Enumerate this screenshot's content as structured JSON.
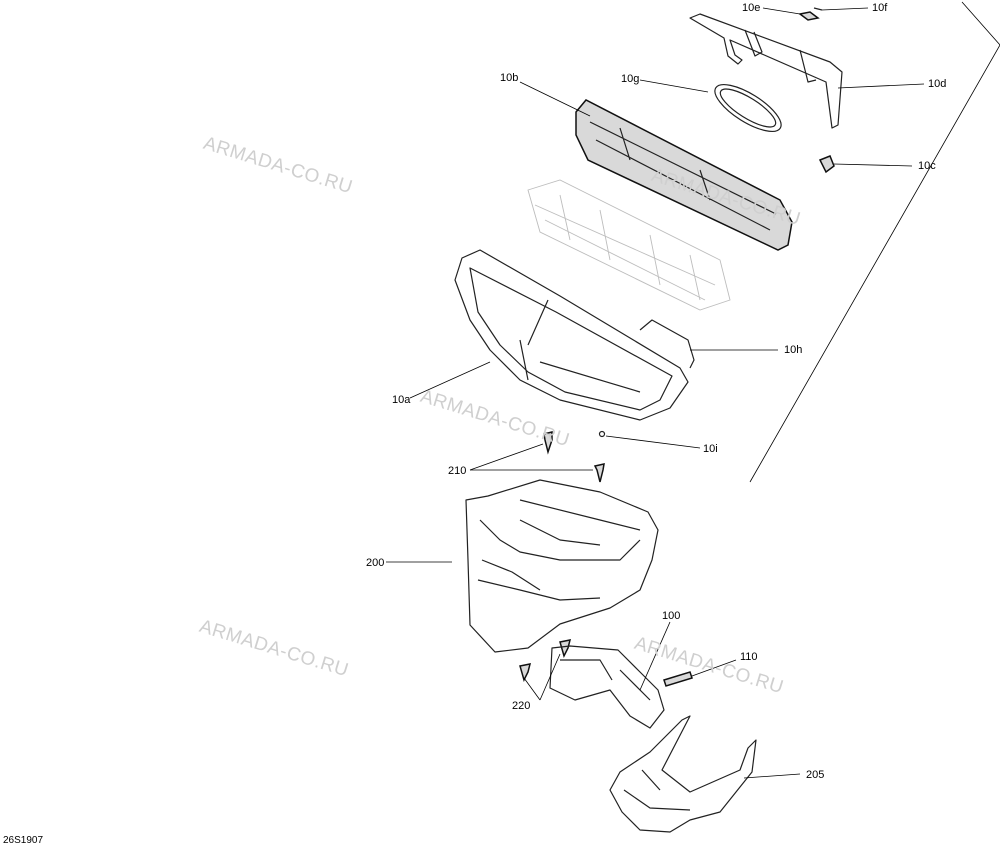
{
  "callouts": {
    "c10e": "10e",
    "c10f": "10f",
    "c10b": "10b",
    "c10g": "10g",
    "c10d": "10d",
    "c10c": "10c",
    "c10h": "10h",
    "c10a": "10a",
    "c10i": "10i",
    "c210": "210",
    "c200": "200",
    "c100": "100",
    "c110": "110",
    "c220": "220",
    "c205": "205"
  },
  "watermark": "ARMADA-CO.RU",
  "figure_code": "26S1907",
  "colors": {
    "line": "#222222",
    "watermark": "#cfcfcf",
    "background": "#ffffff"
  }
}
